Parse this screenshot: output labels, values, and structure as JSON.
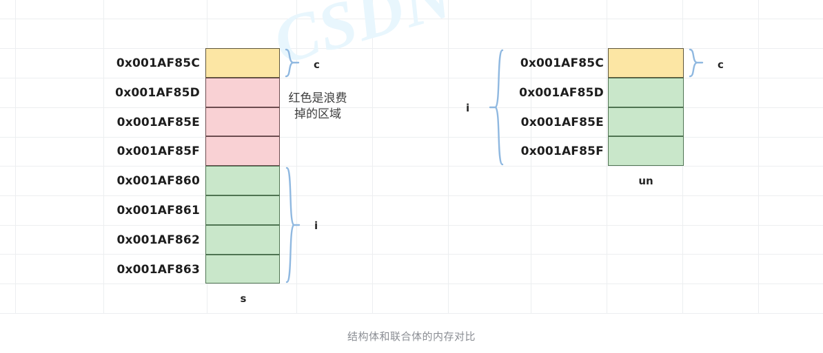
{
  "caption": "结构体和联合体的内存对比",
  "watermark": "CSDN",
  "annotation": {
    "text": "红色是浪费掉的区域"
  },
  "colors": {
    "yellow_fill": "#fce6a4",
    "yellow_border": "#5c5438",
    "pink_fill": "#f9d1d4",
    "pink_border": "#6b4b4e",
    "green_fill": "#c9e7ca",
    "green_border": "#4e7351",
    "brace_blue": "#8fb8e0",
    "grid_line": "#eceef0",
    "caption_text": "#8a8d93"
  },
  "struct_diagram": {
    "name": "s",
    "rows": [
      {
        "address": "0x001AF85C",
        "fill": "yellow"
      },
      {
        "address": "0x001AF85D",
        "fill": "pink"
      },
      {
        "address": "0x001AF85E",
        "fill": "pink"
      },
      {
        "address": "0x001AF85F",
        "fill": "pink"
      },
      {
        "address": "0x001AF860",
        "fill": "green"
      },
      {
        "address": "0x001AF861",
        "fill": "green"
      },
      {
        "address": "0x001AF862",
        "fill": "green"
      },
      {
        "address": "0x001AF863",
        "fill": "green"
      }
    ],
    "member_c": "c",
    "member_i": "i"
  },
  "union_diagram": {
    "name": "un",
    "rows": [
      {
        "address": "0x001AF85C",
        "fill": "yellow"
      },
      {
        "address": "0x001AF85D",
        "fill": "green"
      },
      {
        "address": "0x001AF85E",
        "fill": "green"
      },
      {
        "address": "0x001AF85F",
        "fill": "green"
      }
    ],
    "member_c": "c",
    "member_i": "i"
  }
}
